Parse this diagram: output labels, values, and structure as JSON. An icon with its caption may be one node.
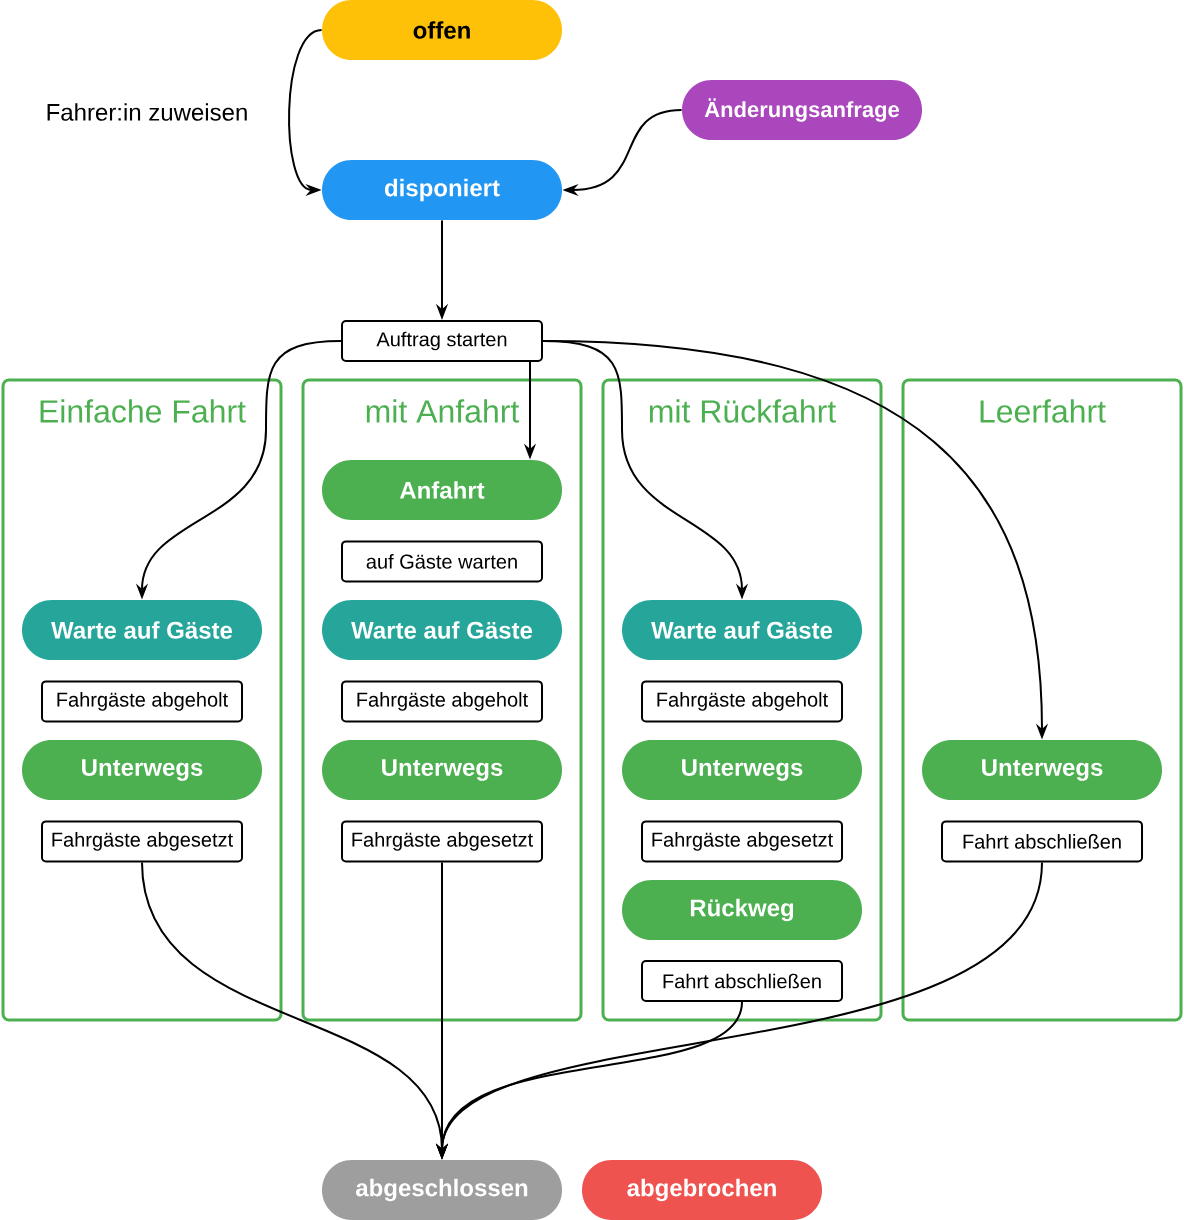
{
  "diagram": {
    "nodes": [
      {
        "text": [
          "offen"
        ]
      },
      {
        "text": [
          "Änderungsanfrage"
        ]
      },
      {
        "text": [
          "disponiert"
        ]
      },
      {
        "text": [
          "Auftrag starten"
        ]
      },
      {
        "text": [
          "Einfache Fahrt"
        ]
      },
      {
        "text": [
          "Warte auf Gäste"
        ],
        "in": 4
      },
      {
        "text": [
          "Fahrgäste abgeholt"
        ],
        "in": 4
      },
      {
        "text": [
          "Unterwegs"
        ],
        "in": 4
      },
      {
        "text": [
          "Fahrgäste abgesetzt"
        ],
        "in": 4
      },
      {
        "text": [
          "mit Anfahrt"
        ]
      },
      {
        "text": [
          "Anfahrt"
        ],
        "in": 9
      },
      {
        "text": [
          "auf Gäste warten"
        ],
        "in": 9
      },
      {
        "text": [
          "Warte auf Gäste"
        ],
        "in": 9
      },
      {
        "text": [
          "Fahrgäste abgeholt"
        ],
        "in": 9
      },
      {
        "text": [
          "Unterwegs"
        ],
        "in": 9
      },
      {
        "text": [
          "Fahrgäste abgesetzt"
        ],
        "in": 9
      },
      {
        "text": [
          "mit Rückfahrt"
        ]
      },
      {
        "text": [
          "Warte auf Gäste"
        ],
        "in": 16
      },
      {
        "text": [
          "Fahrgäste abgeholt"
        ],
        "in": 16
      },
      {
        "text": [
          "Unterwegs"
        ],
        "in": 16
      },
      {
        "text": [
          "Fahrgäste abgesetzt"
        ],
        "in": 16
      },
      {
        "text": [
          "Rückweg"
        ],
        "in": 16
      },
      {
        "text": [
          "Fahrt abschließen"
        ],
        "in": 16
      },
      {
        "text": [
          "Leerfahrt"
        ]
      },
      {
        "text": [
          "Unterwegs"
        ],
        "in": 23
      },
      {
        "text": [
          "Fahrt abschließen"
        ],
        "in": 23
      },
      {
        "text": [
          "abgeschlossen"
        ]
      },
      {
        "text": [
          "abgebrochen"
        ]
      }
    ],
    "edges": [
      {
        "from": 0,
        "to": 2,
        "arrow": "to",
        "label": "Fahrer:in zuweisen"
      },
      {
        "from": 1,
        "to": 2,
        "arrow": "to"
      },
      {
        "from": 2,
        "to": 3,
        "arrow": "to"
      },
      {
        "from": 3,
        "to": 5,
        "arrow": "to"
      },
      {
        "from": 3,
        "to": 10,
        "arrow": "to"
      },
      {
        "from": 3,
        "to": 17,
        "arrow": "to"
      },
      {
        "from": 3,
        "to": 24,
        "arrow": "to"
      },
      {
        "from": 8,
        "to": 26,
        "arrow": "to"
      },
      {
        "from": 15,
        "to": 26,
        "arrow": "to"
      },
      {
        "from": 22,
        "to": 26,
        "arrow": "to"
      },
      {
        "from": 25,
        "to": 26,
        "arrow": "to"
      }
    ]
  }
}
